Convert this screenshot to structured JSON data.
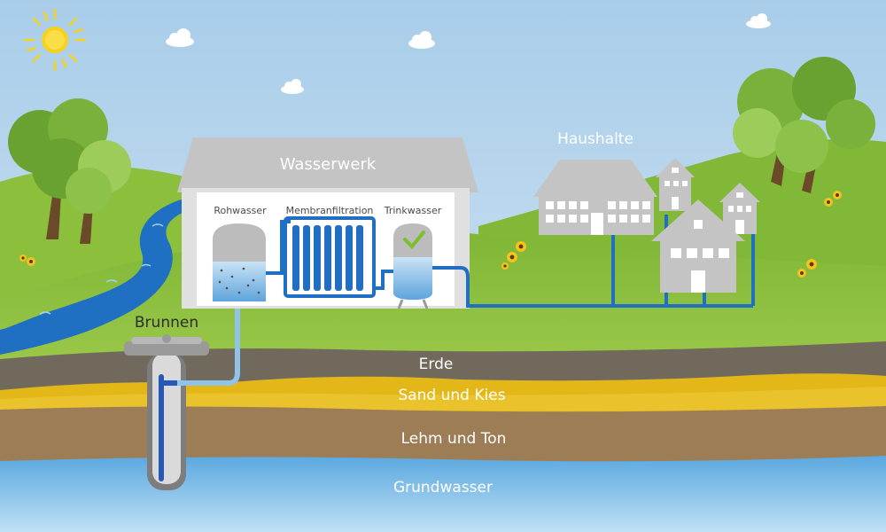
{
  "labels": {
    "waterworks": "Wasserwerk",
    "raw_water": "Rohwasser",
    "membrane": "Membranfiltration",
    "drinking_water": "Trinkwasser",
    "households": "Haushalte",
    "well": "Brunnen",
    "earth": "Erde",
    "sand_gravel": "Sand und Kies",
    "clay": "Lehm und Ton",
    "groundwater": "Grundwasser"
  },
  "colors": {
    "sky": "#b6d6ee",
    "grass": "#86b93a",
    "river": "#1f6fc2",
    "pipe": "#1f6fc2",
    "earth": "#72695d",
    "sand": "#e3b718",
    "clay": "#9c7d55",
    "groundwater": "#7dbde8",
    "building": "#c4c4c4",
    "sun": "#f6d21c"
  },
  "icons": [
    "sun-icon",
    "cloud-icon",
    "tree-icon",
    "sunflower-icon",
    "checkmark-icon",
    "house-icon"
  ]
}
